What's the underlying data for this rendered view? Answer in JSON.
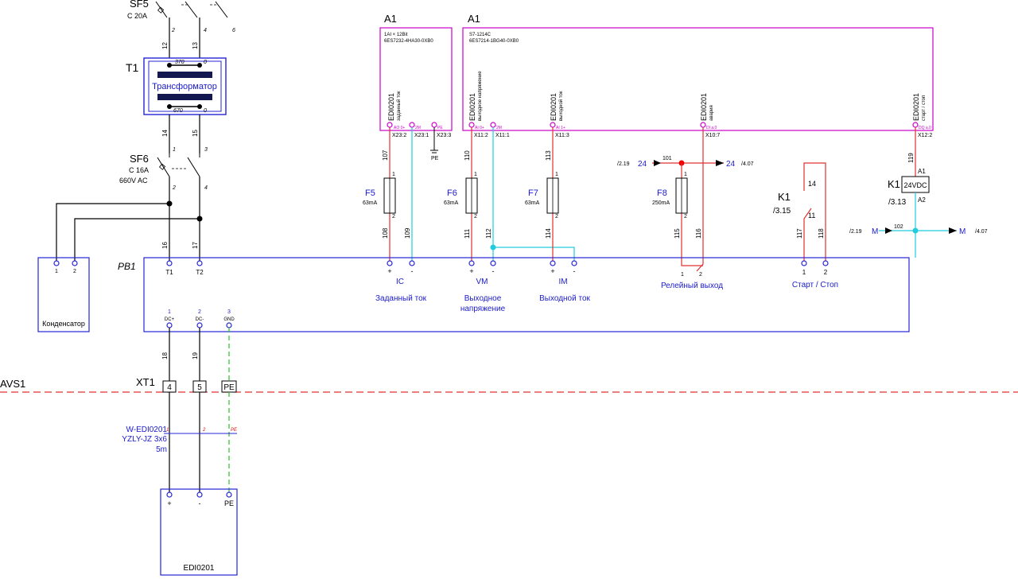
{
  "breakers": {
    "sf5": {
      "tag": "SF5",
      "rating": "C 20A",
      "pins": [
        "2",
        "4",
        "6"
      ],
      "wires": [
        "12",
        "13"
      ]
    },
    "sf6": {
      "tag": "SF6",
      "rating": "C 16A",
      "voltage": "660V AC",
      "pins_top": [
        "1",
        "3"
      ],
      "pins_bot": [
        "2",
        "4"
      ],
      "wires_top": [
        "14",
        "15"
      ],
      "wires_bot": [
        "16",
        "17"
      ]
    }
  },
  "transformer": {
    "tag": "T1",
    "label": "Трансформатор",
    "pin_tl": "370",
    "pin_tr": "0",
    "pin_bl": "670",
    "pin_br": "0"
  },
  "capacitor": {
    "label": "Конденсатор",
    "pins": [
      "1",
      "2"
    ]
  },
  "module_ai": {
    "tag": "A1",
    "line1": "1AI × 12Bit",
    "line2": "6ES7232-4HA30-0XB0",
    "ch_dev": "EDI0201",
    "ch_name": "заданный ток",
    "pins": [
      "AO 0+",
      "2M",
      "PE"
    ],
    "terms": [
      "X23:2",
      "X23:1",
      "X23:3"
    ],
    "pe_label": "PE"
  },
  "module_cpu": {
    "tag": "A1",
    "line1": "S7-1214C",
    "line2": "6ES7214-1BG40-0XB0",
    "channels": [
      {
        "dev": "EDI0201",
        "name": "выходное напряжение"
      },
      {
        "dev": "EDI0201",
        "name": "выходной ток"
      },
      {
        "dev": "EDI0201",
        "name": "авария"
      },
      {
        "dev": "EDI0201",
        "name": "старт / стоп"
      }
    ],
    "pins": [
      "AI 0+",
      "2M",
      "AI 1+",
      "DI a.0",
      "DQ a.0"
    ],
    "terms": [
      "X11:2",
      "X11:1",
      "X11:3",
      "X10:7",
      "X12:2"
    ]
  },
  "fuses": [
    {
      "tag": "F5",
      "rating": "63mA",
      "wire_in": "107",
      "wire_out": "108",
      "pin_top": "1",
      "pin_bot": "2"
    },
    {
      "tag": "F6",
      "rating": "63mA",
      "wire_in": "110",
      "wire_out": "111",
      "pin_top": "1",
      "pin_bot": "2"
    },
    {
      "tag": "F7",
      "rating": "63mA",
      "wire_in": "113",
      "wire_out": "114",
      "pin_top": "1",
      "pin_bot": "2"
    },
    {
      "tag": "F8",
      "rating": "250mA",
      "wire_out": "115",
      "pin_top": "1",
      "pin_bot": "2"
    }
  ],
  "wires": {
    "w109": "109",
    "w112": "112",
    "w116": "116",
    "w117": "117",
    "w118": "118",
    "w119": "119",
    "w18": "18",
    "w19": "19"
  },
  "supply24": {
    "ref_left": "/2.19",
    "label_left": "24",
    "wire": "101",
    "label_right": "24",
    "ref_right": "/4.07"
  },
  "supplyM": {
    "ref_left": "/2.19",
    "label_left": "M",
    "wire": "102",
    "label_right": "M",
    "ref_right": "/4.07"
  },
  "relay_coil": {
    "tag": "K1",
    "rating": "24VDC",
    "ref": "/3.13",
    "pin_top": "A1",
    "pin_bot": "A2"
  },
  "relay_contact": {
    "tag": "K1",
    "ref": "/3.15",
    "pin_top": "14",
    "pin_bot": "11"
  },
  "pb1": {
    "tag": "PB1",
    "terminals": [
      {
        "label": "T1"
      },
      {
        "label": "T2"
      }
    ],
    "signals": [
      {
        "code": "IC",
        "desc": "Заданный ток",
        "desc2": ""
      },
      {
        "code": "VM",
        "desc": "Выходное",
        "desc2": "напряжение"
      },
      {
        "code": "IM",
        "desc": "Выходной ток",
        "desc2": ""
      }
    ],
    "relay_label": "Релейный выход",
    "relay_pins": [
      "1",
      "2"
    ],
    "start_label": "Старт / Стоп",
    "start_pins": [
      "1",
      "2"
    ],
    "power_pins": [
      {
        "num": "1",
        "label": "DC+"
      },
      {
        "num": "2",
        "label": "DC-"
      },
      {
        "num": "3",
        "label": "GND"
      }
    ]
  },
  "panel": {
    "label": "AVS1"
  },
  "terminal_block": {
    "tag": "XT1",
    "terms": [
      "4",
      "5",
      "PE"
    ]
  },
  "cable": {
    "name": "W-EDI0201",
    "type": "YZLY-JZ 3x6",
    "length": "5m",
    "cores": [
      "1",
      "2",
      "PE"
    ]
  },
  "edi": {
    "label": "EDI0201",
    "pins": [
      "+",
      "-",
      "PE"
    ]
  }
}
